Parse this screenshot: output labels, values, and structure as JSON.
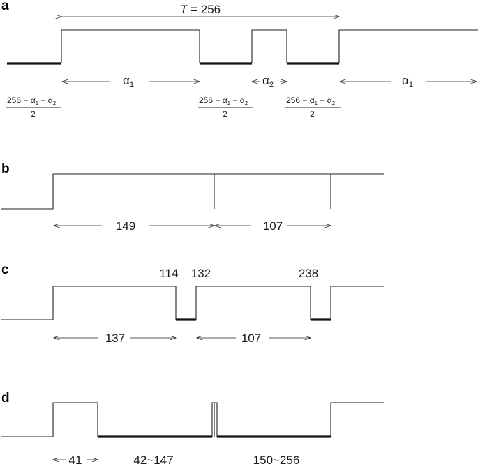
{
  "panels": {
    "a": {
      "label": "a",
      "period_T": "T",
      "period_value": "= 256",
      "alpha": "α",
      "sub_1": "1",
      "sub_2": "2",
      "frac_num_prefix": "256 − α",
      "frac_minus": " − α",
      "frac_den": "2"
    },
    "b": {
      "label": "b",
      "seg1": "149",
      "seg2": "107"
    },
    "c": {
      "label": "c",
      "mark1": "114",
      "mark2": "132",
      "mark3": "238",
      "seg1": "137",
      "seg2": "107"
    },
    "d": {
      "label": "d",
      "seg1": "41",
      "seg2": "42~147",
      "seg3": "150~256"
    }
  }
}
